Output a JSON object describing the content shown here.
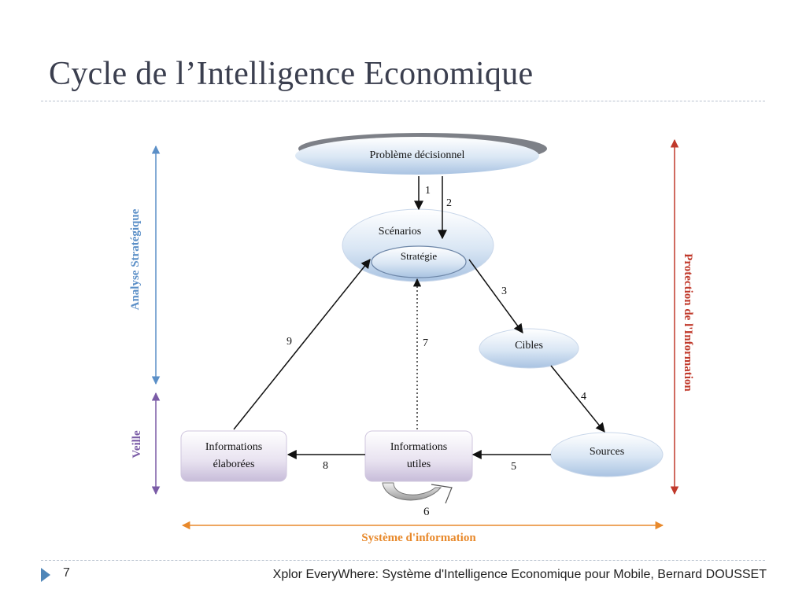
{
  "slide": {
    "title": "Cycle de l’Intelligence Economique",
    "page_number": "7",
    "footer": "Xplor EveryWhere: Système d'Intelligence Economique pour Mobile, Bernard DOUSSET"
  },
  "diagram": {
    "nodes": {
      "probleme": "Problème décisionnel",
      "scenarios": "Scénarios",
      "strategie": "Stratégie",
      "cibles": "Cibles",
      "sources": "Sources",
      "info_utiles_1": "Informations",
      "info_utiles_2": "utiles",
      "info_elab_1": "Informations",
      "info_elab_2": "élaborées"
    },
    "edges": {
      "e1": "1",
      "e2": "2",
      "e3": "3",
      "e4": "4",
      "e5": "5",
      "e6": "6",
      "e7": "7",
      "e8": "8",
      "e9": "9"
    },
    "axes": {
      "analyse": "Analyse Stratégique",
      "veille": "Veille",
      "protection": "Protection de l'Information",
      "systeme": "Système d'information"
    }
  },
  "colors": {
    "analyse": "#5b8fc7",
    "veille": "#7a5ba6",
    "protection": "#c0392b",
    "systeme": "#e8892b",
    "title": "#3b3f4f"
  }
}
